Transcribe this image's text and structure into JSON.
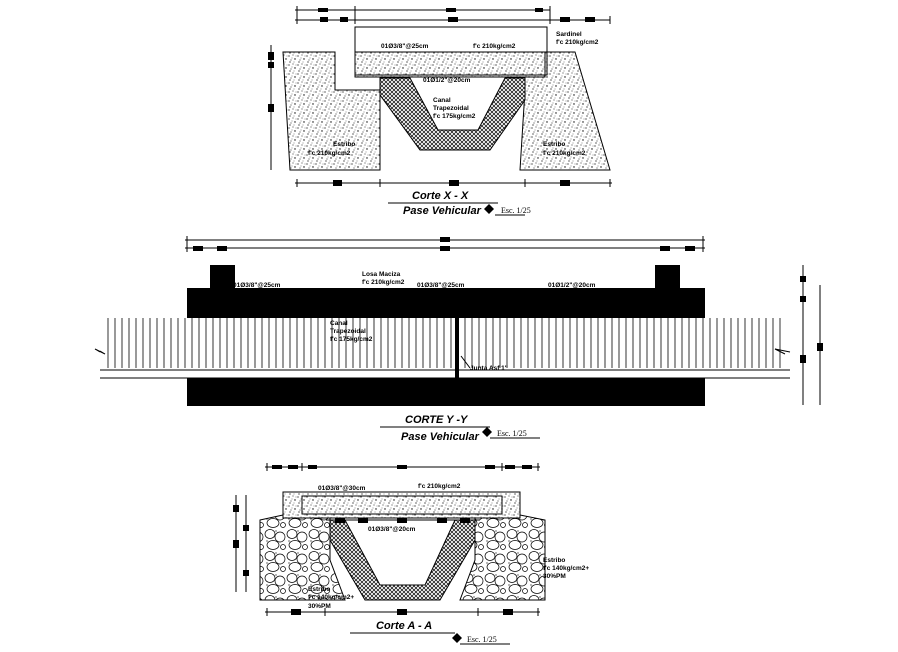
{
  "sections": {
    "xx": {
      "title": "Corte X - X",
      "subtitle": "Pase Vehicular",
      "scale": "Esc. 1/25",
      "labels": {
        "rebar_top": "01Ø3/8\"@25cm",
        "slab_strength": "f'c 210kg/cm2",
        "sardinel": "Sardinel",
        "sardinel_strength": "f'c 210kg/cm2",
        "rebar_bottom": "01Ø1/2\"@20cm",
        "canal": "Canal",
        "canal_type": "Trapezoidal",
        "canal_strength": "f'c 175kg/cm2",
        "estribo_left": "Estribo",
        "estribo_left_strength": "f'c 210kg/cm2",
        "estribo_right": "Estribo",
        "estribo_right_strength": "f'c 210kg/cm2"
      }
    },
    "yy": {
      "title": "CORTE Y -Y",
      "subtitle": "Pase Vehicular",
      "scale": "Esc. 1/25",
      "labels": {
        "rebar_left": "01Ø3/8\"@25cm",
        "losa": "Losa Maciza",
        "losa_strength": "f'c 210kg/cm2",
        "rebar_mid": "01Ø3/8\"@25cm",
        "rebar_right": "01Ø1/2\"@20cm",
        "canal": "Canal",
        "canal_type": "Trapezoidal",
        "canal_strength": "f'c 175kg/cm2",
        "junta": "Junta Asf 1\""
      }
    },
    "aa": {
      "title": "Corte A - A",
      "scale": "Esc. 1/25",
      "labels": {
        "rebar_top": "01Ø3/8\"@30cm",
        "slab_strength": "f'c 210kg/cm2",
        "rebar_bottom": "01Ø3/8\"@20cm",
        "estribo_right": "Estribo",
        "estribo_right_strength": "f'c 140kg/cm2+",
        "estribo_right_pm": "30%PM",
        "estribo_left": "Estribo",
        "estribo_left_strength": "f'c 140kg/cm2+",
        "estribo_left_pm": "30%PM"
      }
    }
  }
}
